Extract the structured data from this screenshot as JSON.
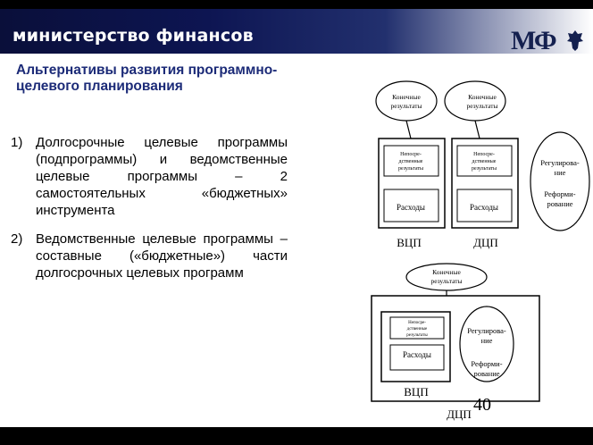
{
  "header": {
    "ministry": "министерство финансов",
    "logo": "МФ"
  },
  "slide": {
    "title": "Альтернативы развития программно-целевого планирования",
    "items": [
      {
        "num": "1)",
        "text": "Долгосрочные целевые программы (подпрограммы) и ведомственные целевые программы – 2 самостоятельных «бюджетных» инструмента"
      },
      {
        "num": "2)",
        "text": "Ведомственные целевые программы – составные («бюджетные») части долгосрочных целевых программ"
      }
    ],
    "page_number": "40"
  },
  "diagram_top": {
    "final1": [
      "Конечные",
      "результаты"
    ],
    "final2": [
      "Конечные",
      "результаты"
    ],
    "direct1": [
      "Непосре-",
      "дственные",
      "результаты"
    ],
    "direct2": [
      "Непосре-",
      "дственные",
      "результаты"
    ],
    "costs1": "Расходы",
    "costs2": "Расходы",
    "reg": [
      "Регулирова-",
      "ние",
      "Реформи-",
      "рование"
    ],
    "label1": "ВЦП",
    "label2": "ДЦП"
  },
  "diagram_bottom": {
    "final": [
      "Конечные",
      "результаты"
    ],
    "direct": [
      "Непосре-",
      "дственные",
      "результаты"
    ],
    "costs": "Расходы",
    "reg": [
      "Регулирова-",
      "ние",
      "Реформи-",
      "рование"
    ],
    "inner_label": "ВЦП",
    "outer_label": "ДЦП"
  }
}
